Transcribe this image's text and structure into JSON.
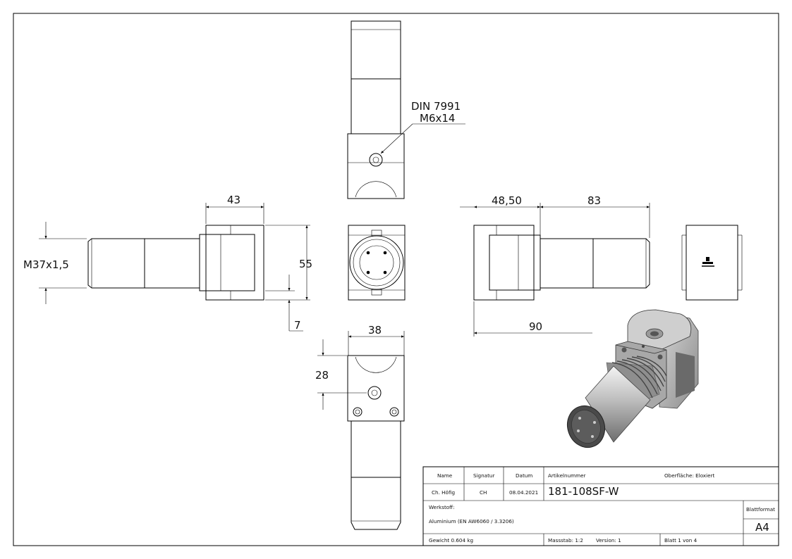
{
  "dimensions": {
    "d43": "43",
    "d55": "55",
    "d7": "7",
    "d38": "38",
    "d28": "28",
    "d48": "48,50",
    "d83": "83",
    "d90": "90",
    "thread": "M37x1,5"
  },
  "callout": {
    "line1": "DIN 7991",
    "line2": "M6x14"
  },
  "titleblock": {
    "hdr_name": "Name",
    "hdr_signatur": "Signatur",
    "hdr_datum": "Datum",
    "hdr_artikel": "Artikelnummer",
    "oberflaeche": "Oberfläche:  Eloxiert",
    "name": "Ch. Höfig",
    "signatur": "CH",
    "datum": "08.04.2021",
    "artikelnummer": "181-108SF-W",
    "werkstoff_label": "Werkstoff:",
    "werkstoff": "Aluminium (EN AW6060 / 3.3206)",
    "blattformat_label": "Blattformat",
    "blattformat": "A4",
    "gewicht": "Gewicht 0.604 kg",
    "massstab": "Massstab: 1:2",
    "version": "Version: 1",
    "blatt": "Blatt 1 von 4"
  }
}
